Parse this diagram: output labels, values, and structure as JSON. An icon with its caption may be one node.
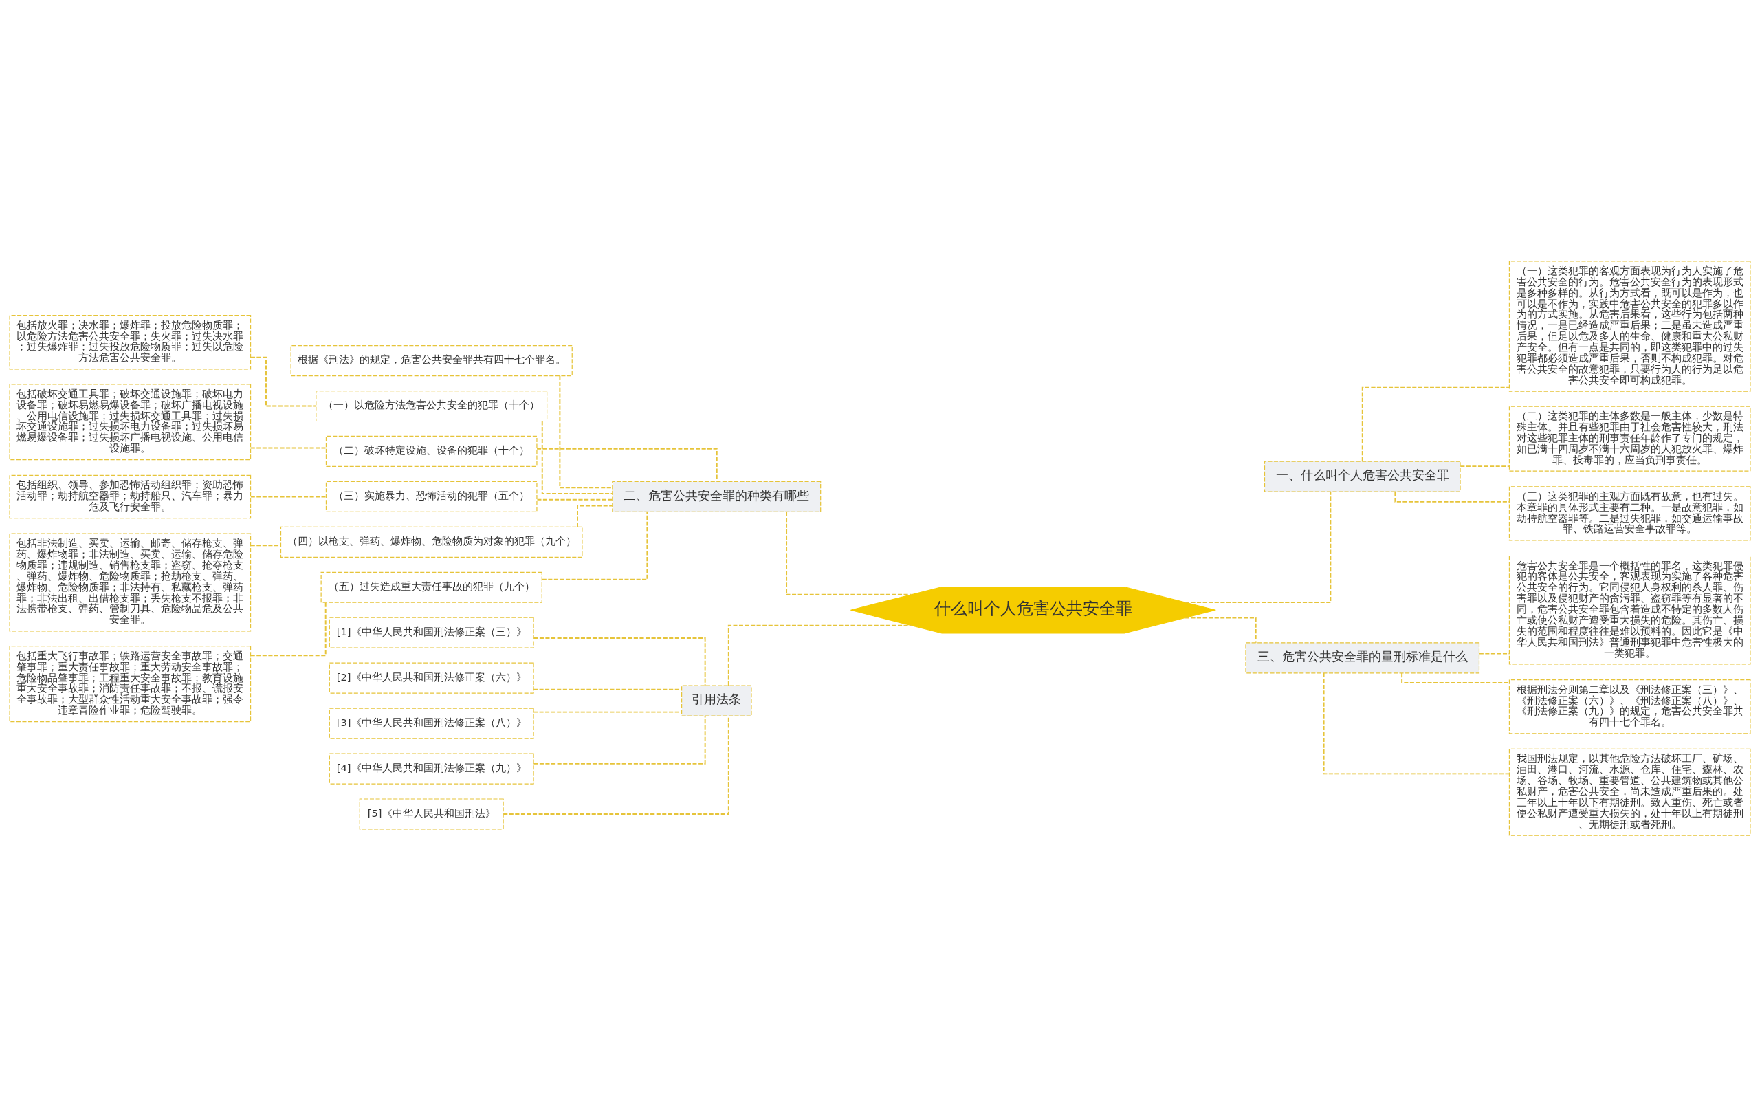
{
  "diagram": {
    "nodes": [
      {
        "text": [
          "什么叫个人危害公共安全罪"
        ]
      },
      {
        "text": [
          "一、什么叫个人危害公共安全罪"
        ]
      },
      {
        "text": [
          "（一）这类犯罪的客观方面表现为行为人实施了危害公共安全的行为。危害公共安全行为的表现形式是多种多样的。从行为方式看，既可以是作为，也可以是不作为，实践中危害公共安全的犯罪多以作为的方式实施。从危害后果看，这些行为包括两种情况，一是已经造成严重后果；二是虽未造成严重后果，但足以危及多人的生命、健康和重大公私财产安全。但有一点是共同的，即这类犯罪中的过失犯罪都必须造成严重后果，否则不构成犯罪。对危害公共安全的故意犯罪，只要行为人的行为足以危害公共安全即可构成犯罪。"
        ]
      },
      {
        "text": [
          "（二）这类犯罪的主体多数是一般主体，少数是特殊主体。并且有些犯罪由于社会危害性较大，刑法对这些犯罪主体的刑事责任年龄作了专门的规定，如已满十四周岁不满十六周岁的人犯放火罪、爆炸罪、投毒罪的，应当负刑事责任。"
        ]
      },
      {
        "text": [
          "（三）这类犯罪的主观方面既有故意，也有过失。本章罪的具体形式主要有二种。一是故意犯罪，如劫持航空器罪等。二是过失犯罪，如交通运输事故罪、铁路运营安全事故罪等。"
        ]
      },
      {
        "text": [
          "二、危害公共安全罪的种类有哪些"
        ]
      },
      {
        "text": [
          "根据《刑法》的规定，危害公共安全罪共有四十七个罪名。"
        ]
      },
      {
        "text": [
          "（一）以危险方法危害公共安全的犯罪（十个）"
        ]
      },
      {
        "text": [
          "包括放火罪；决水罪；爆炸罪；投放危险物质罪；以危险方法危害公共安全罪；失火罪；过失决水罪；过失爆炸罪；过失投放危险物质罪；过失以危险方法危害公共安全罪。"
        ]
      },
      {
        "text": [
          "（二）破坏特定设施、设备的犯罪（十个）"
        ]
      },
      {
        "text": [
          "包括破坏交通工具罪；破坏交通设施罪；破坏电力设备罪；破坏易燃易爆设备罪；破坏广播电视设施、公用电信设施罪；过失损坏交通工具罪；过失损坏交通设施罪；过失损坏电力设备罪；过失损坏易燃易爆设备罪；过失损坏广播电视设施、公用电信设施罪。"
        ]
      },
      {
        "text": [
          "（三）实施暴力、恐怖活动的犯罪（五个）"
        ]
      },
      {
        "text": [
          "包括组织、领导、参加恐怖活动组织罪；资助恐怖活动罪；劫持航空器罪；劫持船只、汽车罪；暴力危及飞行安全罪。"
        ]
      },
      {
        "text": [
          "（四）以枪支、弹药、爆炸物、危险物质为对象的犯罪（九个）"
        ]
      },
      {
        "text": [
          "包括非法制造、买卖、运输、邮寄、储存枪支、弹药、爆炸物罪；非法制造、买卖、运输、储存危险物质罪；违规制造、销售枪支罪；盗窃、抢夺枪支、弹药、爆炸物、危险物质罪；抢劫枪支、弹药、爆炸物、危险物质罪；非法持有、私藏枪支、弹药罪；非法出租、出借枪支罪；丢失枪支不报罪；非法携带枪支、弹药、管制刀具、危险物品危及公共安全罪。"
        ]
      },
      {
        "text": [
          "（五）过失造成重大责任事故的犯罪（九个）"
        ]
      },
      {
        "text": [
          "包括重大飞行事故罪；铁路运营安全事故罪；交通肇事罪；重大责任事故罪；重大劳动安全事故罪；危险物品肇事罪；工程重大安全事故罪；教育设施重大安全事故罪；消防责任事故罪；不报、谎报安全事故罪；大型群众性活动重大安全事故罪；强令违章冒险作业罪；危险驾驶罪。"
        ]
      },
      {
        "text": [
          "三、危害公共安全罪的量刑标准是什么"
        ]
      },
      {
        "text": [
          "危害公共安全罪是一个概括性的罪名，这类犯罪侵犯的客体是公共安全，客观表现为实施了各种危害公共安全的行为。它同侵犯人身权利的杀人罪、伤害罪以及侵犯财产的贪污罪、盗窃罪等有显著的不同，危害公共安全罪包含着造成不特定的多数人伤亡或使公私财产遭受重大损失的危险。其伤亡、损失的范围和程度往往是难以预料的。因此它是《中华人民共和国刑法》普通刑事犯罪中危害性极大的一类犯罪。"
        ]
      },
      {
        "text": [
          "根据刑法分则第二章以及《刑法修正案（三）》、《刑法修正案（六）》、《刑法修正案（八）》、《刑法修正案（九）》的规定，危害公共安全罪共有四十七个罪名。"
        ]
      },
      {
        "text": [
          "我国刑法规定，以其他危险方法破坏工厂、矿场、油田、港口、河流、水源、仓库、住宅、森林、农场、谷场、牧场、重要管道、公共建筑物或其他公私财产，危害公共安全，尚未造成严重后果的。处三年以上十年以下有期徒刑。致人重伤、死亡或者使公私财产遭受重大损失的，处十年以上有期徒刑、无期徒刑或者死刑。"
        ]
      },
      {
        "text": [
          "引用法条"
        ]
      },
      {
        "text": [
          "[1]《中华人民共和国刑法修正案（三）》"
        ]
      },
      {
        "text": [
          "[2]《中华人民共和国刑法修正案（六）》"
        ]
      },
      {
        "text": [
          "[3]《中华人民共和国刑法修正案（八）》"
        ]
      },
      {
        "text": [
          "[4]《中华人民共和国刑法修正案（九）》"
        ]
      },
      {
        "text": [
          "[5]《中华人民共和国刑法》"
        ]
      }
    ],
    "edges": [
      {
        "from": 0,
        "to": 1,
        "arrow": "none"
      },
      {
        "from": 1,
        "to": 2,
        "arrow": "none"
      },
      {
        "from": 1,
        "to": 3,
        "arrow": "none"
      },
      {
        "from": 1,
        "to": 4,
        "arrow": "none"
      },
      {
        "from": 0,
        "to": 5,
        "arrow": "none"
      },
      {
        "from": 5,
        "to": 6,
        "arrow": "none"
      },
      {
        "from": 5,
        "to": 7,
        "arrow": "none"
      },
      {
        "from": 7,
        "to": 8,
        "arrow": "none"
      },
      {
        "from": 5,
        "to": 9,
        "arrow": "none"
      },
      {
        "from": 9,
        "to": 10,
        "arrow": "none"
      },
      {
        "from": 5,
        "to": 11,
        "arrow": "none"
      },
      {
        "from": 11,
        "to": 12,
        "arrow": "none"
      },
      {
        "from": 5,
        "to": 13,
        "arrow": "none"
      },
      {
        "from": 13,
        "to": 14,
        "arrow": "none"
      },
      {
        "from": 5,
        "to": 15,
        "arrow": "none"
      },
      {
        "from": 15,
        "to": 16,
        "arrow": "none"
      },
      {
        "from": 0,
        "to": 17,
        "arrow": "none"
      },
      {
        "from": 17,
        "to": 18,
        "arrow": "none"
      },
      {
        "from": 17,
        "to": 19,
        "arrow": "none"
      },
      {
        "from": 17,
        "to": 20,
        "arrow": "none"
      },
      {
        "from": 0,
        "to": 21,
        "arrow": "none"
      },
      {
        "from": 21,
        "to": 22,
        "arrow": "none"
      },
      {
        "from": 21,
        "to": 23,
        "arrow": "none"
      },
      {
        "from": 21,
        "to": 24,
        "arrow": "none"
      },
      {
        "from": 21,
        "to": 25,
        "arrow": "none"
      },
      {
        "from": 21,
        "to": 26,
        "arrow": "none"
      }
    ]
  }
}
